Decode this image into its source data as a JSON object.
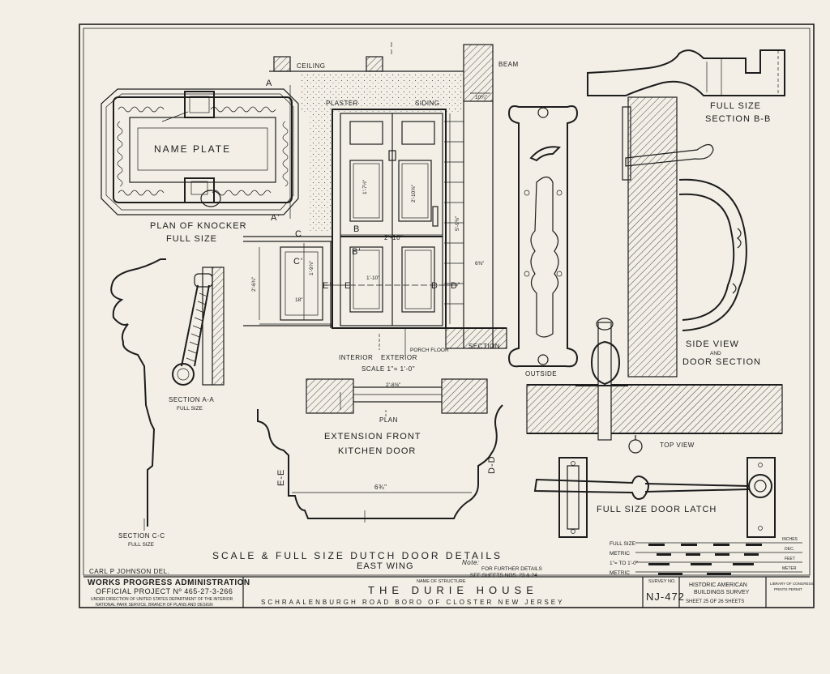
{
  "knocker": {
    "name_plate": "NAME PLATE",
    "title_line1": "PLAN OF KNOCKER",
    "title_line2": "FULL SIZE",
    "mark_a": "A",
    "mark_a_prime": "A'"
  },
  "door": {
    "ceiling": "CEILING",
    "beam": "BEAM",
    "plaster": "PLASTER",
    "siding": "SIDING",
    "dim_top_width": "2'-10\"",
    "dim_bottom_width": "2'-10\"",
    "dim_panel_a": "1'-7½\"",
    "dim_panel_b": "2'-10⅝\"",
    "dim_height": "5'-9⅜\"",
    "dim_wall_a": "2'-6¾\"",
    "dim_wall_b": "1'-9⅞\"",
    "dim_wall_c": "1'-10\"",
    "dim_wall_d": "18\"",
    "dim_beam": "10¼\"",
    "dim_sill": "6⅜\"",
    "mark_b": "B",
    "mark_b_prime": "B'",
    "mark_c": "C",
    "mark_c_prime": "C'",
    "mark_e": "E",
    "mark_e_prime": "E'",
    "mark_d": "D",
    "mark_d_prime": "D'",
    "porch_floor": "PORCH FLOOR",
    "interior": "INTERIOR",
    "exterior": "EXTERIOR",
    "section": "SECTION",
    "scale": "SCALE 1\"= 1'-0\""
  },
  "plan": {
    "dim": "2'-8⅝\"",
    "label": "PLAN",
    "title_line1": "EXTENSION FRONT",
    "title_line2": "KITCHEN DOOR"
  },
  "profiles": {
    "section_aa_line1": "SECTION A-A",
    "section_aa_line2": "FULL SIZE",
    "section_cc_line1": "SECTION C-C",
    "section_cc_line2": "FULL SIZE",
    "ee": "E-E",
    "dd": "D-D",
    "dim_ee": "6¾\""
  },
  "hardware": {
    "outside": "OUTSIDE",
    "section_bb_line1": "FULL SIZE",
    "section_bb_line2": "SECTION B-B",
    "side_view_line1": "SIDE VIEW",
    "side_view_line2": "AND",
    "side_view_line3": "DOOR SECTION",
    "top_view": "TOP VIEW",
    "latch": "FULL SIZE DOOR LATCH"
  },
  "title": {
    "main": "SCALE & FULL SIZE DUTCH DOOR DETAILS",
    "sub": "EAST WING",
    "note_label": "Note:",
    "note_line1": "FOR FURTHER DETAILS",
    "note_line2": "SEE SHEETS NOS. 23 & 24",
    "delineator": "CARL P JOHNSON DEL."
  },
  "scales": {
    "full_size": "FULL SIZE",
    "metric_a": "METRIC",
    "one_inch": "1\"= TO 1'-0\"",
    "metric_b": "METRIC",
    "inches": "INCHES",
    "dec": "DEC.",
    "feet": "FEET",
    "meter": "METER"
  },
  "titleblock": {
    "wpa": "WORKS PROGRESS ADMINISTRATION",
    "project": "OFFICIAL PROJECT Nº 465-27-3-266",
    "under1": "UNDER DIRECTION OF UNITED STATES DEPARTMENT OF THE INTERIOR",
    "under2": "NATIONAL PARK SERVICE, BRANCH OF PLANS AND DESIGN",
    "name_label": "NAME OF STRUCTURE",
    "structure": "THE DURIE HOUSE",
    "address": "SCHRAALENBURGH ROAD BORO OF CLOSTER NEW JERSEY",
    "survey_label": "SURVEY NO.",
    "survey_no": "NJ-472",
    "habs1": "HISTORIC AMERICAN",
    "habs2": "BUILDINGS SURVEY",
    "sheet": "SHEET 25 OF 26 SHEETS",
    "loc1": "LIBRARY OF CONGRESS",
    "loc2": "PRINTS PERMIT"
  }
}
